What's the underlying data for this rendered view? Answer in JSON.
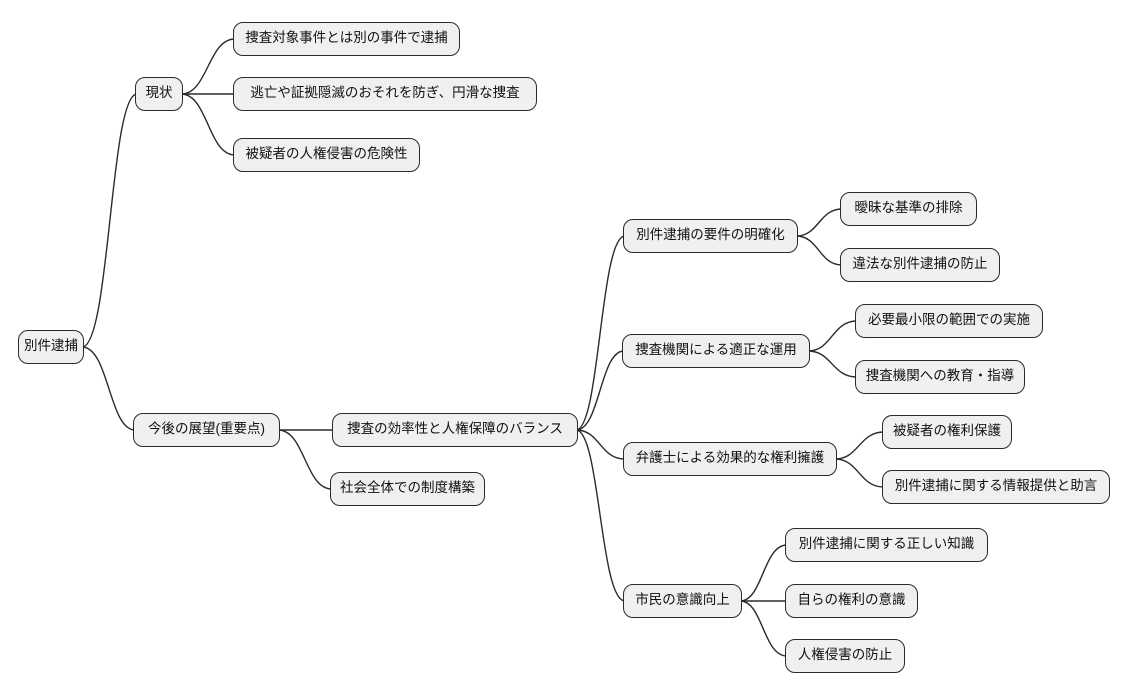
{
  "mindmap": {
    "diagram_type": "mindmap",
    "style": {
      "background": "#ffffff",
      "node_fill": "#f0f0f0",
      "node_border": "#2b2b2b",
      "edge_color": "#2b2b2b",
      "text_color": "#111111"
    },
    "root": {
      "label": "別件逮捕",
      "children": [
        {
          "label": "現状",
          "children": [
            {
              "label": "捜査対象事件とは別の事件で逮捕"
            },
            {
              "label": "逃亡や証拠隠滅のおそれを防ぎ、円滑な捜査"
            },
            {
              "label": "被疑者の人権侵害の危険性"
            }
          ]
        },
        {
          "label": "今後の展望(重要点)",
          "children": [
            {
              "label": "捜査の効率性と人権保障のバランス",
              "children": [
                {
                  "label": "別件逮捕の要件の明確化",
                  "children": [
                    {
                      "label": "曖昧な基準の排除"
                    },
                    {
                      "label": "違法な別件逮捕の防止"
                    }
                  ]
                },
                {
                  "label": "捜査機関による適正な運用",
                  "children": [
                    {
                      "label": "必要最小限の範囲での実施"
                    },
                    {
                      "label": "捜査機関への教育・指導"
                    }
                  ]
                },
                {
                  "label": "弁護士による効果的な権利擁護",
                  "children": [
                    {
                      "label": "被疑者の権利保護"
                    },
                    {
                      "label": "別件逮捕に関する情報提供と助言"
                    }
                  ]
                },
                {
                  "label": "市民の意識向上",
                  "children": [
                    {
                      "label": "別件逮捕に関する正しい知識"
                    },
                    {
                      "label": "自らの権利の意識"
                    },
                    {
                      "label": "人権侵害の防止"
                    }
                  ]
                }
              ]
            },
            {
              "label": "社会全体での制度構築"
            }
          ]
        }
      ]
    }
  }
}
